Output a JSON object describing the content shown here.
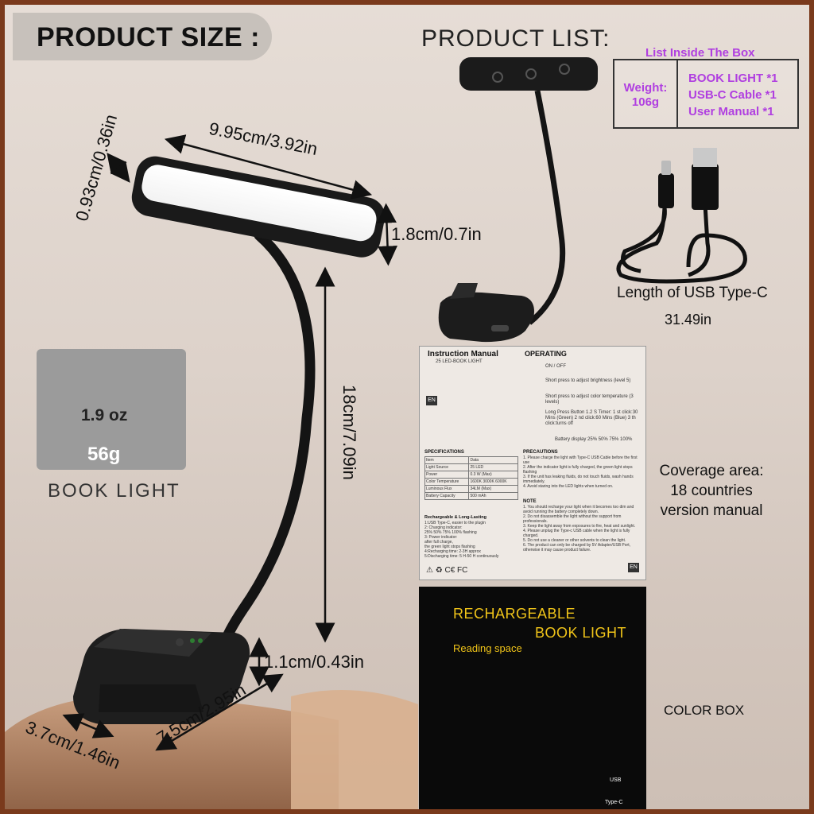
{
  "header": {
    "product_size_title": "PRODUCT SIZE :",
    "product_list_title": "PRODUCT LIST:"
  },
  "dimensions": {
    "length": "9.95cm/3.92in",
    "thickness": "0.93cm/0.36in",
    "height_head": "1.8cm/0.7in",
    "neck": "18cm/7.09in",
    "base_height": "1.1cm/0.43in",
    "base_width": "3.7cm/1.46in",
    "base_length": "7.5cm/2.95in"
  },
  "weight_card": {
    "oz": "1.9 oz",
    "grams": "56g",
    "label": "BOOK LIGHT"
  },
  "box_list": {
    "title": "List Inside The Box",
    "weight_label": "Weight:",
    "weight_value": "106g",
    "items": [
      "BOOK LIGHT *1",
      "USB-C Cable *1",
      "User Manual  *1"
    ]
  },
  "usb": {
    "line1": "Length of USB Type-C",
    "line2": "31.49in"
  },
  "coverage": {
    "line1": "Coverage area:",
    "line2": "18 countries",
    "line3": "version manual"
  },
  "manual": {
    "title": "Instruction Manual",
    "subtitle": "25 LED-BOOK LIGHT",
    "en_badge": "EN",
    "operating_title": "OPERATING",
    "ops": [
      "ON / OFF",
      "Short press to adjust brightness (level 5)",
      "Short press to adjust color temperature (3 levels)",
      "Long Press Button 1.2 S Timer: 1 st click:30 Mins (Green) 2 nd click:60 Mins (Blue) 3 th click:turns off",
      "Battery display 25% 50% 75% 100%"
    ],
    "spec_title": "SPECIFICATIONS",
    "spec_header": [
      "Item",
      "Data"
    ],
    "spec_rows": [
      [
        "Light Source",
        "25 LED"
      ],
      [
        "Power",
        "0.3 W  (Max)"
      ],
      [
        "Color Temperature",
        "1600K  3000K  6000K"
      ],
      [
        "Luminous Flux",
        "34LM  (Max)"
      ],
      [
        "Battery Capacity",
        "500 mAh"
      ]
    ],
    "rechargeable_title": "Rechargeable & Long-Lasting",
    "rechargeable_lines": [
      "1:USB Type-C, easier to the plugin",
      "2: Charging indicator:",
      "  25% 50% 75% 100% flashing",
      "3: Power indicator:",
      "  after full charge,",
      "  the green light stops flashing",
      "4:Recharging time: 2-3H approx",
      "5:Discharging time: 5 H-50 H continuously"
    ],
    "precautions_title": "PRECAUTIONS",
    "precautions": [
      "1. Please charge the light with Type-C USB Cable before the first use",
      "2. After the indicator light is fully charged, the green light stops flashing",
      "3. If the unit has leaking fluids, do not touch fluids, wash hands immediately.",
      "4. Avoid staring into the LED lights when turned on."
    ],
    "note_title": "NOTE",
    "notes": [
      "1. You should recharge your light when it becomes too dim and avoid running the battery completely down.",
      "2. Do not disassemble the light without the support from professionals.",
      "3. Keep the light away from exposures to fire, heat and sunlight.",
      "4. Please unplug the Type-c USB cable when the light is fully charged.",
      "5. Do not use a cleaner or other solvents to clean the light.",
      "6. The product can only be charged by 5V Adapter/USB Port, otherwise it may cause product failure."
    ],
    "cert_marks": "⚠ ♻ C€ FC"
  },
  "colorbox": {
    "line1": "RECHARGEABLE",
    "line2": "BOOK LIGHT",
    "line3": "Reading space",
    "usb_label1": "USB",
    "usb_label2": "Type-C",
    "label": "COLOR BOX"
  },
  "colors": {
    "border": "#7a3a1c",
    "accent_purple": "#b03fe0",
    "box_gold": "#f0c419",
    "device_black": "#1a1a1a"
  }
}
